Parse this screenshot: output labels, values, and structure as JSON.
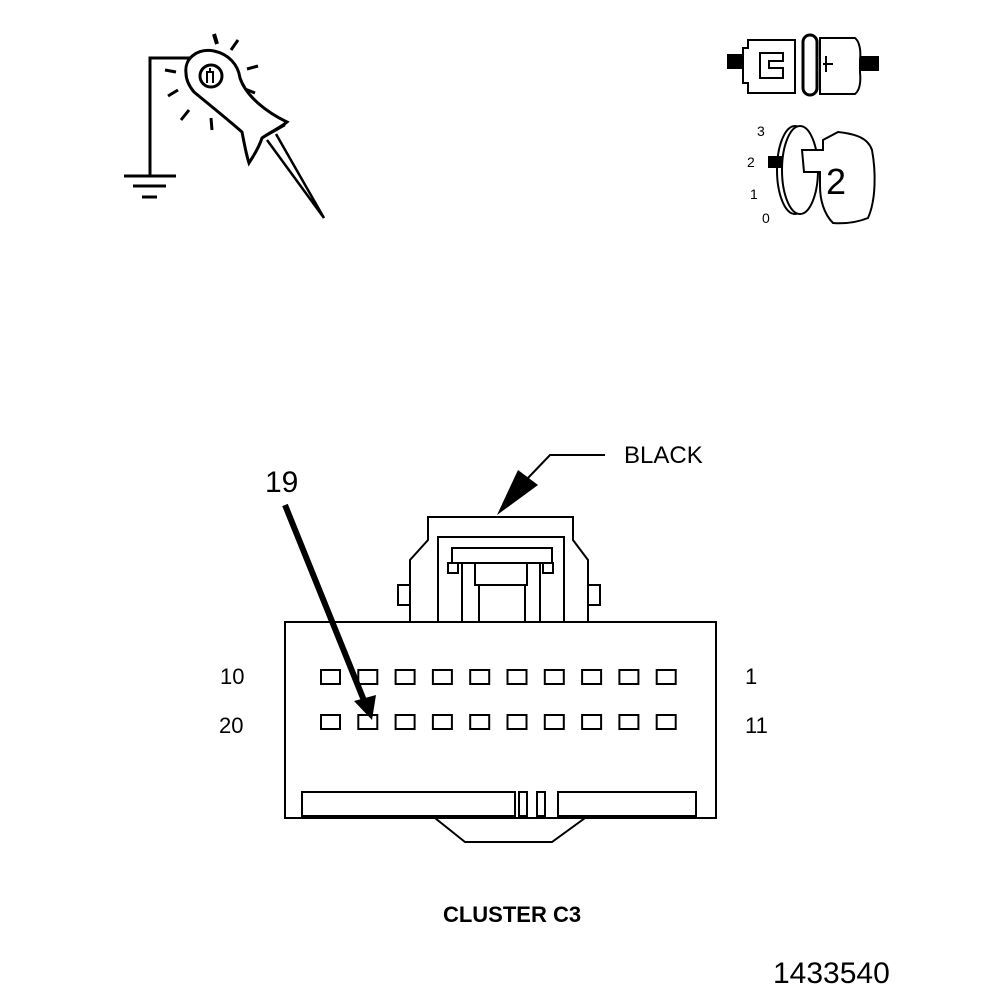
{
  "connector": {
    "color_label": "BLACK",
    "name": "CLUSTER C3",
    "pin_callout": "19",
    "row1_left": "10",
    "row1_right": "1",
    "row2_left": "20",
    "row2_right": "11"
  },
  "ignition": {
    "positions": [
      "3",
      "2",
      "1",
      "0"
    ],
    "selected": "2"
  },
  "figure_id": "1433540"
}
